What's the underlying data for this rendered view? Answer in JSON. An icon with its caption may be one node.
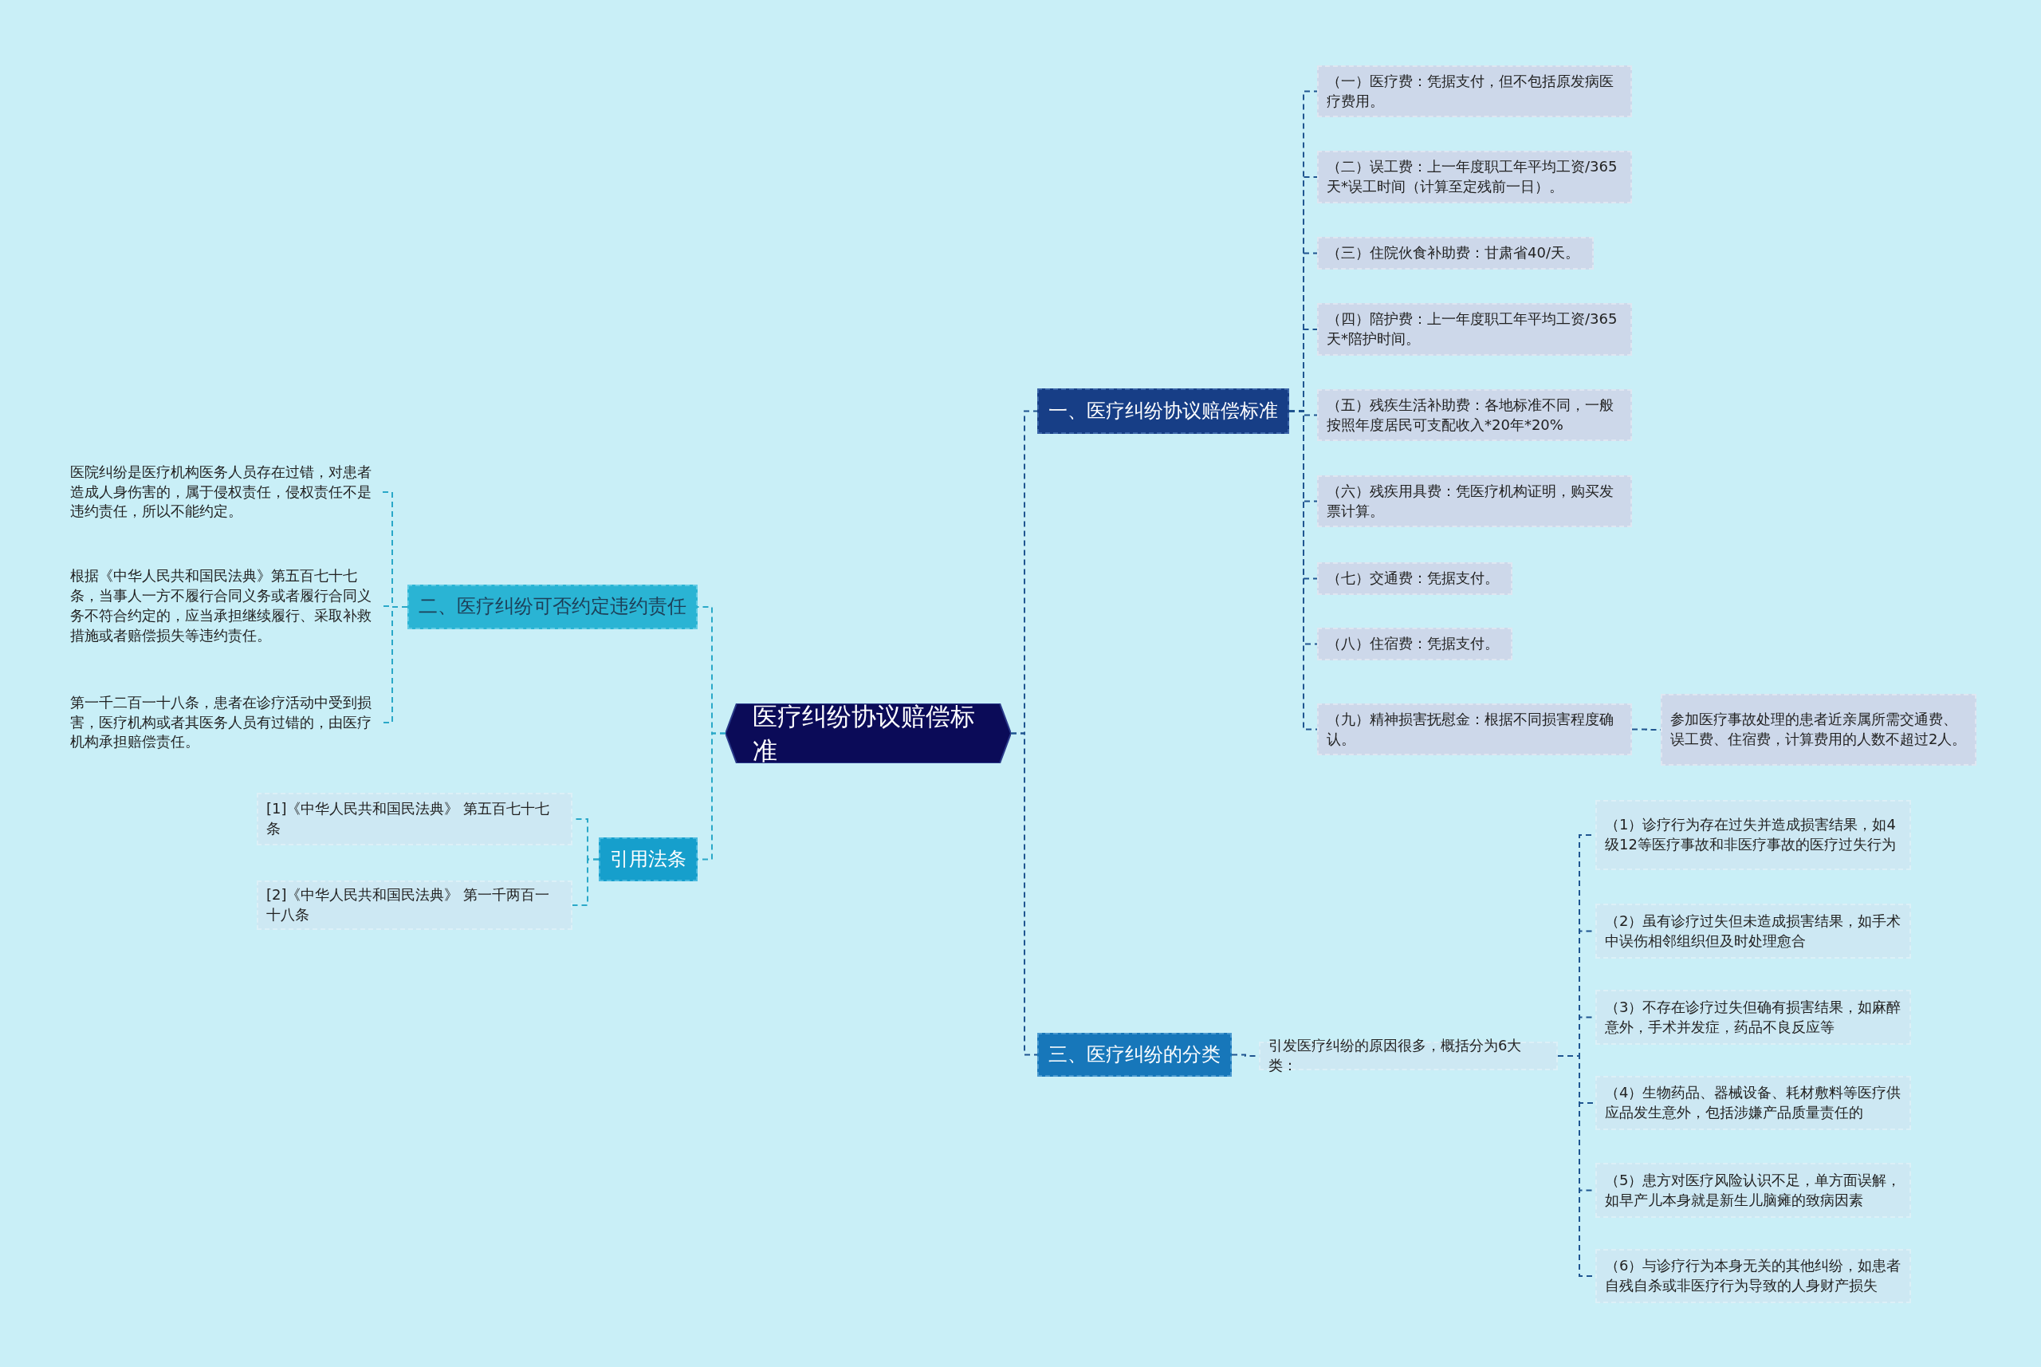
{
  "diagram": {
    "nodes": [
      {
        "text": [
          "医疗纠纷协议赔偿标准"
        ]
      },
      {
        "text": [
          "一、医疗纠纷协议赔偿标准"
        ]
      },
      {
        "text": [
          "（一）医疗费：凭据支付，但不包括原发病医疗费用。"
        ]
      },
      {
        "text": [
          "（二）误工费：上一年度职工年平均工资/365天*误工时间（计算至定残前一日）。"
        ]
      },
      {
        "text": [
          "（三）住院伙食补助费：甘肃省40/天。"
        ]
      },
      {
        "text": [
          "（四）陪护费：上一年度职工年平均工资/365天*陪护时间。"
        ]
      },
      {
        "text": [
          "（五）残疾生活补助费：各地标准不同，一般按照年度居民可支配收入*20年*20%"
        ]
      },
      {
        "text": [
          "（六）残疾用具费：凭医疗机构证明，购买发票计算。"
        ]
      },
      {
        "text": [
          "（七）交通费：凭据支付。"
        ]
      },
      {
        "text": [
          "（八）住宿费：凭据支付。"
        ]
      },
      {
        "text": [
          "（九）精神损害抚慰金：根据不同损害程度确认。"
        ]
      },
      {
        "text": [
          "参加医疗事故处理的患者近亲属所需交通费、误工费、住宿费，计算费用的人数不超过2人。"
        ]
      },
      {
        "text": [
          "二、医疗纠纷可否约定违约责任"
        ]
      },
      {
        "text": [
          "医院纠纷是医疗机构医务人员存在过错，对患者造成人身伤害的，属于侵权责任，侵权责任不是违约责任，所以不能约定。"
        ]
      },
      {
        "text": [
          "根据《中华人民共和国民法典》第五百七十七条，当事人一方不履行合同义务或者履行合同义务不符合约定的，应当承担继续履行、采取补救措施或者赔偿损失等违约责任。"
        ]
      },
      {
        "text": [
          "第一千二百一十八条，患者在诊疗活动中受到损害，医疗机构或者其医务人员有过错的，由医疗机构承担赔偿责任。"
        ]
      },
      {
        "text": [
          "引用法条"
        ]
      },
      {
        "text": [
          "[1]《中华人民共和国民法典》 第五百七十七条"
        ]
      },
      {
        "text": [
          "[2]《中华人民共和国民法典》 第一千两百一十八条"
        ]
      },
      {
        "text": [
          "三、医疗纠纷的分类"
        ]
      },
      {
        "text": [
          "引发医疗纠纷的原因很多，概括分为6大类："
        ]
      },
      {
        "text": [
          "（1）诊疗行为存在过失并造成损害结果，如4级12等医疗事故和非医疗事故的医疗过失行为"
        ]
      },
      {
        "text": [
          "（2）虽有诊疗过失但未造成损害结果，如手术中误伤相邻组织但及时处理愈合"
        ]
      },
      {
        "text": [
          "（3）不存在诊疗过失但确有损害结果，如麻醉意外，手术并发症，药品不良反应等"
        ]
      },
      {
        "text": [
          "（4）生物药品、器械设备、耗材敷料等医疗供应品发生意外，包括涉嫌产品质量责任的"
        ]
      },
      {
        "text": [
          "（5）患方对医疗风险认识不足，单方面误解，如早产儿本身就是新生儿脑瘫的致病因素"
        ]
      },
      {
        "text": [
          "（6）与诊疗行为本身无关的其他纠纷，如患者自残自杀或非医疗行为导致的人身财产损失"
        ]
      }
    ],
    "edges": [
      {
        "from": 0,
        "to": 1,
        "arrow": "none",
        "style": "dashed"
      },
      {
        "from": 1,
        "to": 2,
        "arrow": "none",
        "style": "dashed"
      },
      {
        "from": 1,
        "to": 3,
        "arrow": "none",
        "style": "dashed"
      },
      {
        "from": 1,
        "to": 4,
        "arrow": "none",
        "style": "dashed"
      },
      {
        "from": 1,
        "to": 5,
        "arrow": "none",
        "style": "dashed"
      },
      {
        "from": 1,
        "to": 6,
        "arrow": "none",
        "style": "dashed"
      },
      {
        "from": 1,
        "to": 7,
        "arrow": "none",
        "style": "dashed"
      },
      {
        "from": 1,
        "to": 8,
        "arrow": "none",
        "style": "dashed"
      },
      {
        "from": 1,
        "to": 9,
        "arrow": "none",
        "style": "dashed"
      },
      {
        "from": 1,
        "to": 10,
        "arrow": "none",
        "style": "dashed"
      },
      {
        "from": 10,
        "to": 11,
        "arrow": "none",
        "style": "dashed"
      },
      {
        "from": 0,
        "to": 12,
        "arrow": "none",
        "style": "dashed",
        "color": "#2aa8c8"
      },
      {
        "from": 12,
        "to": 13,
        "arrow": "none",
        "style": "dashed",
        "color": "#2aa8c8"
      },
      {
        "from": 12,
        "to": 14,
        "arrow": "none",
        "style": "dashed",
        "color": "#2aa8c8"
      },
      {
        "from": 12,
        "to": 15,
        "arrow": "none",
        "style": "dashed",
        "color": "#2aa8c8"
      },
      {
        "from": 0,
        "to": 16,
        "arrow": "none",
        "style": "dashed",
        "color": "#2aa8c8"
      },
      {
        "from": 16,
        "to": 17,
        "arrow": "none",
        "style": "dashed",
        "color": "#2aa8c8"
      },
      {
        "from": 16,
        "to": 18,
        "arrow": "none",
        "style": "dashed",
        "color": "#2aa8c8"
      },
      {
        "from": 0,
        "to": 19,
        "arrow": "none",
        "style": "dashed"
      },
      {
        "from": 19,
        "to": 20,
        "arrow": "none",
        "style": "dashed"
      },
      {
        "from": 20,
        "to": 21,
        "arrow": "none",
        "style": "dashed"
      },
      {
        "from": 20,
        "to": 22,
        "arrow": "none",
        "style": "dashed"
      },
      {
        "from": 20,
        "to": 23,
        "arrow": "none",
        "style": "dashed"
      },
      {
        "from": 20,
        "to": 24,
        "arrow": "none",
        "style": "dashed"
      },
      {
        "from": 20,
        "to": 25,
        "arrow": "none",
        "style": "dashed"
      },
      {
        "from": 20,
        "to": 26,
        "arrow": "none",
        "style": "dashed"
      }
    ]
  }
}
